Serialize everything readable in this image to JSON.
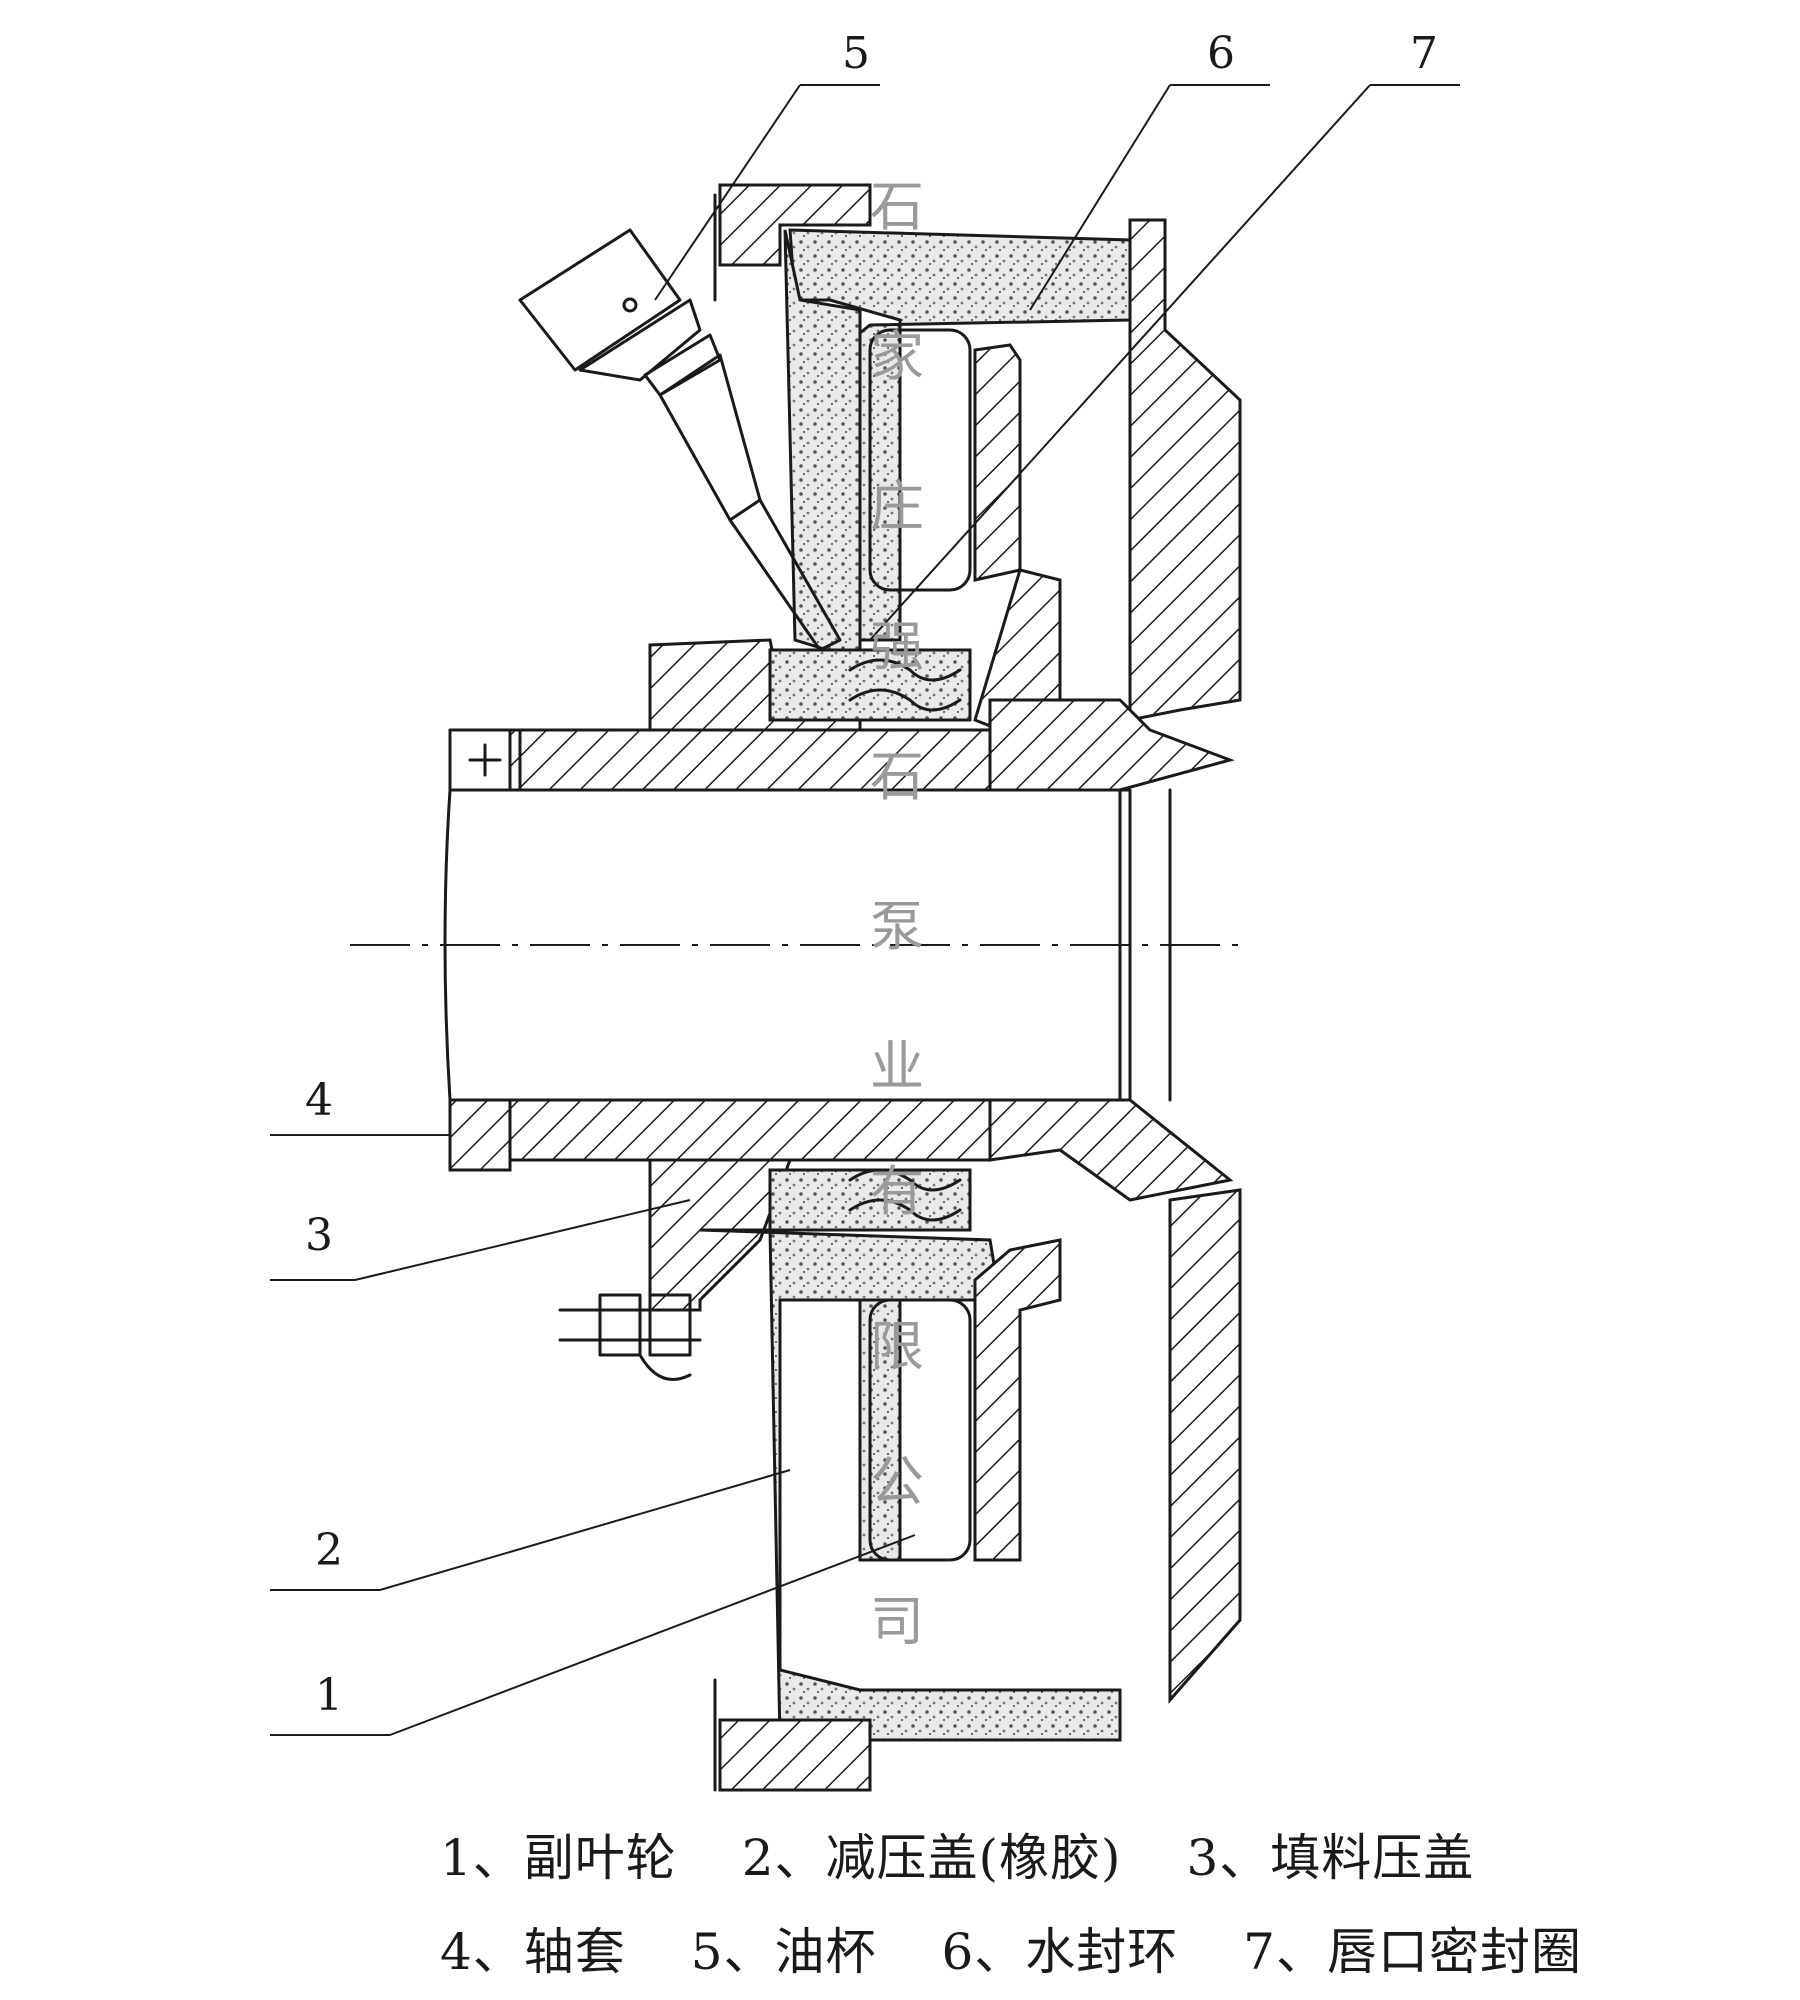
{
  "callouts": [
    {
      "id": "5",
      "label": "5"
    },
    {
      "id": "6",
      "label": "6"
    },
    {
      "id": "7",
      "label": "7"
    },
    {
      "id": "4",
      "label": "4"
    },
    {
      "id": "3",
      "label": "3"
    },
    {
      "id": "2",
      "label": "2"
    },
    {
      "id": "1",
      "label": "1"
    }
  ],
  "watermark": [
    "石",
    "家",
    "庄",
    "强",
    "石",
    "泵",
    "业",
    "有",
    "限",
    "公",
    "司"
  ],
  "legend": {
    "row1": [
      "1、副叶轮",
      "2、减压盖(橡胶)",
      "3、填料压盖"
    ],
    "row2": [
      "4、轴套",
      "5、油杯",
      "6、水封环",
      "7、唇口密封圈"
    ]
  }
}
